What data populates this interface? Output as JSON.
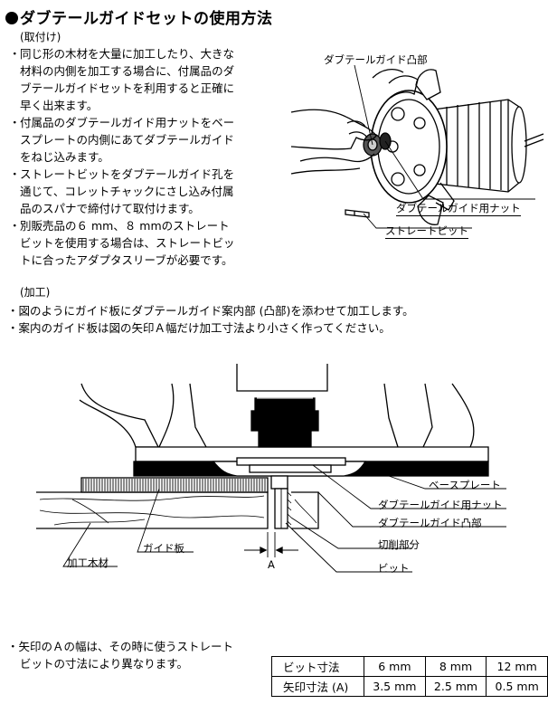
{
  "title": "ダブテールガイドセットの使用方法",
  "mount": {
    "heading": "(取付け)",
    "items": [
      {
        "bullet": "・",
        "l1": "同じ形の木材を大量に加工したり、大きな",
        "l2": "材料の内側を加工する場合に、付属品のダ",
        "l3": "ブテールガイドセットを利用すると正確に",
        "l4": "早く出来ます。"
      },
      {
        "bullet": "・",
        "l1": "付属品のダブテールガイド用ナットをベー",
        "l2": "スプレートの内側にあてダブテールガイド",
        "l3": "をねじ込みます。",
        "l4": ""
      },
      {
        "bullet": "・",
        "l1": "ストレートビットをダブテールガイド孔を",
        "l2": "通じて、コレットチャックにさし込み付属",
        "l3": "品のスパナで締付けて取付けます。",
        "l4": ""
      },
      {
        "bullet": "・",
        "l1": "別販売品の６ mm、８ mmのストレート",
        "l2": "ビットを使用する場合は、ストレートビッ",
        "l3": "トに合ったアダプタスリーブが必要です。",
        "l4": ""
      }
    ]
  },
  "fig1": {
    "label_guide_top": "ダブテールガイド凸部",
    "label_nut": "ダブテールガイド用ナット",
    "label_bit": "ストレートビット"
  },
  "process": {
    "heading": "(加工)",
    "line1": "・図のようにガイド板にダブテールガイド案内部 (凸部)を添わせて加工します。",
    "line2": "・案内のガイド板は図の矢印Ａ幅だけ加工寸法より小さく作ってください。"
  },
  "fig2": {
    "label_base": "ベースプレート",
    "label_nut": "ダブテールガイド用ナット",
    "label_guide": "ダブテールガイド凸部",
    "label_cut": "切削部分",
    "label_bit": "ビット",
    "label_board": "ガイド板",
    "label_wood": "加工木材",
    "label_a": "A"
  },
  "note": {
    "l1": "・矢印のＡの幅は、その時に使うストレート",
    "l2": "ビットの寸法により異なります。"
  },
  "spec_table": {
    "row1": {
      "head": "ビット寸法",
      "c1": "6 mm",
      "c2": "8 mm",
      "c3": "12 mm"
    },
    "row2": {
      "head": "矢印寸法 (A)",
      "c1": "3.5 mm",
      "c2": "2.5 mm",
      "c3": "0.5 mm"
    }
  }
}
